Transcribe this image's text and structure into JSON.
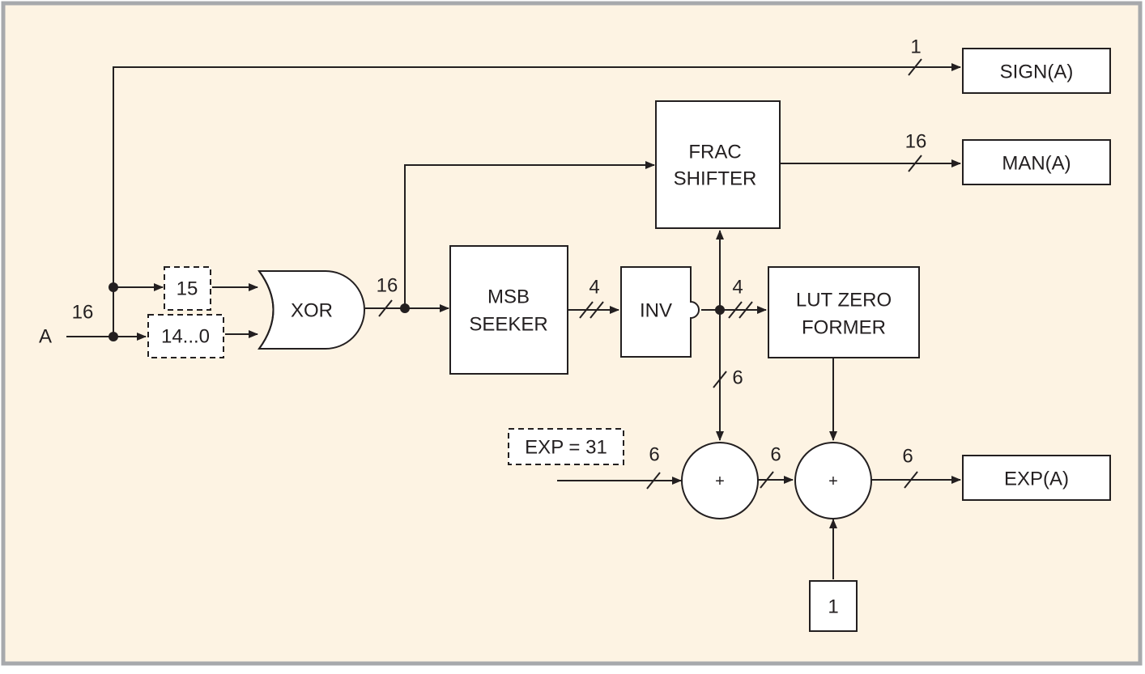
{
  "colors": {
    "background": "#fdf3e3",
    "border": "#a7a9ac",
    "line": "#231f20",
    "block_fill": "#ffffff"
  },
  "input": {
    "label": "A",
    "width": "16"
  },
  "bit_selectors": {
    "top": "15",
    "bottom": "14...0"
  },
  "blocks": {
    "xor": "XOR",
    "frac_shifter": {
      "line1": "FRAC",
      "line2": "SHIFTER"
    },
    "msb_seeker": {
      "line1": "MSB",
      "line2": "SEEKER"
    },
    "inv": "INV",
    "lut_zero_former": {
      "line1": "LUT ZERO",
      "line2": "FORMER"
    },
    "exp_const": "EXP = 31",
    "adder1": "+",
    "adder2": "+",
    "const_one": "1"
  },
  "outputs": {
    "sign": "SIGN(A)",
    "man": "MAN(A)",
    "exp": "EXP(A)"
  },
  "bus_widths": {
    "sign": "1",
    "xor_out": "16",
    "man": "16",
    "msb_out": "4",
    "inv_out": "4",
    "to_adder": "6",
    "exp_const": "6",
    "adder1_out": "6",
    "exp_out": "6"
  }
}
